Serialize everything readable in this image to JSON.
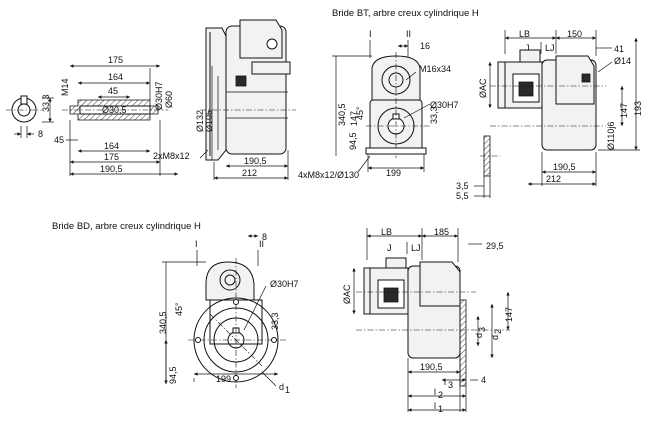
{
  "titles": {
    "bt": "Bride BT, arbre creux cylindrique H",
    "bd": "Bride BD, arbre creux cylindrique H"
  },
  "shaft": {
    "key_h": "33,3",
    "key_w": "8",
    "thread": "M14",
    "len_175": "175",
    "len_164": "164",
    "len_45": "45",
    "bore_h7": "Ø30H7",
    "bore_60": "Ø60",
    "inner_bore": "Ø30,5",
    "bot_45": "45",
    "bot_164": "164",
    "bot_175": "175",
    "bot_1905": "190,5"
  },
  "side": {
    "d132": "Ø132",
    "d105": "Ø105",
    "screws": "2xM8x12",
    "w1905": "190,5",
    "w212": "212"
  },
  "front_bt": {
    "I": "I",
    "II": "II",
    "dim16": "16",
    "thread": "M16x34",
    "bore": "Ø30H7",
    "h3405": "340,5",
    "h147": "147",
    "h945": "94,5",
    "a45": "45°",
    "h333": "33,3",
    "holes": "4xM8x12/Ø130",
    "w199": "199"
  },
  "motor_bt": {
    "LB": "LB",
    "LJ": "LJ",
    "J": "J",
    "d150": "150",
    "d41": "41",
    "d14": "Ø14",
    "AC": "ØAC",
    "h147": "147",
    "h193": "193",
    "d110": "Ø110j6",
    "w1905": "190,5",
    "w212": "212",
    "t35": "3,5",
    "t55": "5,5"
  },
  "front_bd": {
    "I": "I",
    "II": "II",
    "dim8": "8",
    "bore": "Ø30H7",
    "h3405": "340,5",
    "a45": "45°",
    "h333": "33,3",
    "h945": "94,5",
    "w199": "199",
    "d1": "d",
    "d1sub": "1"
  },
  "motor_bd": {
    "LB": "LB",
    "LJ": "LJ",
    "J": "J",
    "d185": "185",
    "d295": "29,5",
    "AC": "ØAC",
    "h147": "147",
    "d3": "d",
    "d3sub": "3",
    "d2": "d",
    "d2sub": "2",
    "w1905": "190,5",
    "l3": "l",
    "l3sub": "3",
    "d4": "4",
    "l2": "l",
    "l2sub": "2",
    "l1": "l",
    "l1sub": "1"
  }
}
